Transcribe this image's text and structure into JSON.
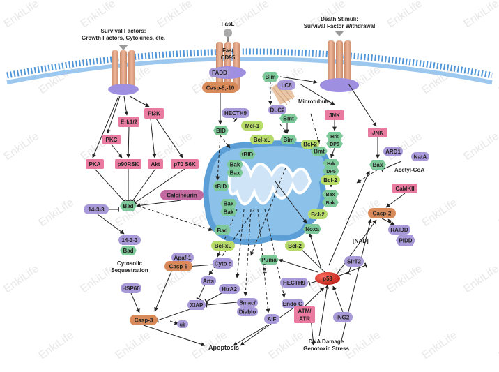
{
  "watermark": "EnkiLife",
  "labels": {
    "survival": "Survival Factors:",
    "survival2": "Growth Factors, Cytokines, etc.",
    "fasl": "FasL",
    "fas": "Fas/",
    "cd95": "CD95",
    "death1": "Death Stimuli:",
    "death2": "Survival Factor Withdrawal",
    "microtubule": "Microtubule",
    "acetyl": "Acetyl-CoA",
    "nad": "[NAD]",
    "cytosolic1": "Cytosolic",
    "cytosolic2": "Sequestration",
    "apoptosis": "Apoptosis",
    "dna1": "DNA Damage",
    "dna2": "Genotoxic Stress",
    "omi": "Omi"
  },
  "nodes": {
    "fadd": "FADD",
    "casp810": "Casp-8,-10",
    "bim_top": "Bim",
    "lc8": "LC8",
    "dlc2": "DLC2",
    "bmt_top": "Bmt",
    "hecth9_top": "HECTH9",
    "mcl1": "Mcl-1",
    "bid": "BID",
    "erk": "Erk1/2",
    "pi3k": "PI3K",
    "pkc": "PKC",
    "pka": "PKA",
    "p90rsk": "p90RSK",
    "akt": "Akt",
    "p70s6k": "p70 S6K",
    "bad_top": "Bad",
    "calcineurin": "Calcineurin",
    "p1433_a": "14-3-3",
    "p1433_b": "14-3-3",
    "bad_bottom": "Bad",
    "hsp60": "HSP60",
    "apaf1": "Apaf-1",
    "casp9": "Casp-9",
    "cytoc": "Cyto c",
    "arts": "Arts",
    "htra2": "HtrA2",
    "xiap": "XIAP",
    "smac": "Smac/",
    "diablo": "Diablo",
    "casp3": "Casp-3",
    "ub": "ub",
    "aif": "AIF",
    "endog": "Endo G",
    "hecth9_bot": "HECTH9",
    "puma": "Puma",
    "p53": "p53",
    "atm": "ATM/",
    "atr": "ATR",
    "ing2": "ING2",
    "sirt2": "SirT2",
    "tbid1": "tBID",
    "bclxl1": "Bcl-xL",
    "bim_mid": "Bim",
    "bcl2_a": "Bcl-2",
    "bmt_mid": "Bmt",
    "bak1": "Bak",
    "bax1": "Bax",
    "tbid2": "tBID",
    "bax2": "Bax",
    "bak2": "Bak",
    "bad_mid": "Bad",
    "bclxl2": "Bcl-xL",
    "bcl2_b": "Bcl-2",
    "jnk_top": "JNK",
    "hrk1": "Hrk",
    "dp5_1": "DP5",
    "hrk2": "Hrk",
    "dp5_2": "DP5",
    "bcl2_c": "Bcl-2",
    "bax3": "Bax",
    "bak3": "Bak",
    "bcl2_d": "Bcl-2",
    "noxa": "Noxa",
    "jnk_right": "JNK",
    "ard1": "ARD1",
    "nata": "NatA",
    "bax_right": "Bax",
    "camkii": "CaMKII",
    "casp2": "Casp-2",
    "raidd": "RAIDD",
    "pidd": "PIDD"
  },
  "colors": {
    "pink": "#e97aa0",
    "green": "#7ec99a",
    "purple": "#a89ad8",
    "orange": "#d98a5a",
    "lime": "#b8dc6a",
    "mito": "#8cc1ea",
    "red": "#d7261e"
  }
}
